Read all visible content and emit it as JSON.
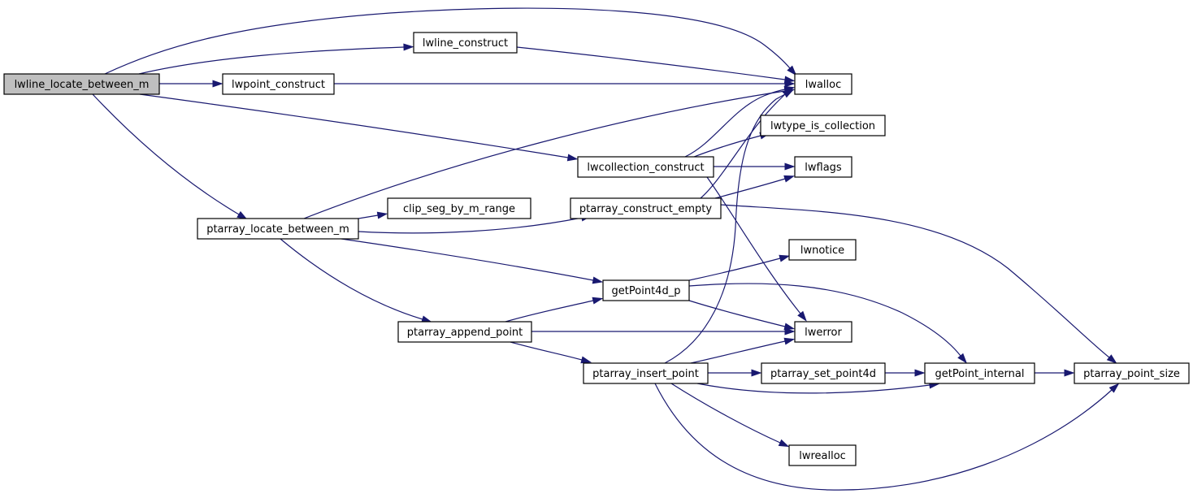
{
  "graph": {
    "root": "lwline_locate_between_m",
    "nodes": [
      {
        "id": "n0",
        "label": "lwline_locate_between_m"
      },
      {
        "id": "n1",
        "label": "lwline_construct"
      },
      {
        "id": "n2",
        "label": "lwpoint_construct"
      },
      {
        "id": "n3",
        "label": "lwalloc"
      },
      {
        "id": "n4",
        "label": "lwtype_is_collection"
      },
      {
        "id": "n5",
        "label": "lwcollection_construct"
      },
      {
        "id": "n6",
        "label": "lwflags"
      },
      {
        "id": "n7",
        "label": "clip_seg_by_m_range"
      },
      {
        "id": "n8",
        "label": "ptarray_construct_empty"
      },
      {
        "id": "n9",
        "label": "ptarray_locate_between_m"
      },
      {
        "id": "n10",
        "label": "lwnotice"
      },
      {
        "id": "n11",
        "label": "getPoint4d_p"
      },
      {
        "id": "n12",
        "label": "ptarray_append_point"
      },
      {
        "id": "n13",
        "label": "lwerror"
      },
      {
        "id": "n14",
        "label": "ptarray_insert_point"
      },
      {
        "id": "n15",
        "label": "ptarray_set_point4d"
      },
      {
        "id": "n16",
        "label": "getPoint_internal"
      },
      {
        "id": "n17",
        "label": "ptarray_point_size"
      },
      {
        "id": "n18",
        "label": "lwrealloc"
      }
    ],
    "edges": [
      [
        "n0",
        "n3"
      ],
      [
        "n0",
        "n1"
      ],
      [
        "n0",
        "n2"
      ],
      [
        "n0",
        "n5"
      ],
      [
        "n0",
        "n9"
      ],
      [
        "n1",
        "n3"
      ],
      [
        "n2",
        "n3"
      ],
      [
        "n5",
        "n3"
      ],
      [
        "n5",
        "n4"
      ],
      [
        "n5",
        "n6"
      ],
      [
        "n5",
        "n13"
      ],
      [
        "n9",
        "n3"
      ],
      [
        "n9",
        "n7"
      ],
      [
        "n9",
        "n8"
      ],
      [
        "n9",
        "n11"
      ],
      [
        "n9",
        "n12"
      ],
      [
        "n8",
        "n3"
      ],
      [
        "n8",
        "n6"
      ],
      [
        "n8",
        "n17"
      ],
      [
        "n11",
        "n10"
      ],
      [
        "n11",
        "n13"
      ],
      [
        "n11",
        "n16"
      ],
      [
        "n12",
        "n11"
      ],
      [
        "n12",
        "n13"
      ],
      [
        "n12",
        "n14"
      ],
      [
        "n14",
        "n3"
      ],
      [
        "n14",
        "n13"
      ],
      [
        "n14",
        "n15"
      ],
      [
        "n14",
        "n16"
      ],
      [
        "n14",
        "n17"
      ],
      [
        "n14",
        "n18"
      ],
      [
        "n15",
        "n16"
      ],
      [
        "n16",
        "n17"
      ]
    ]
  }
}
